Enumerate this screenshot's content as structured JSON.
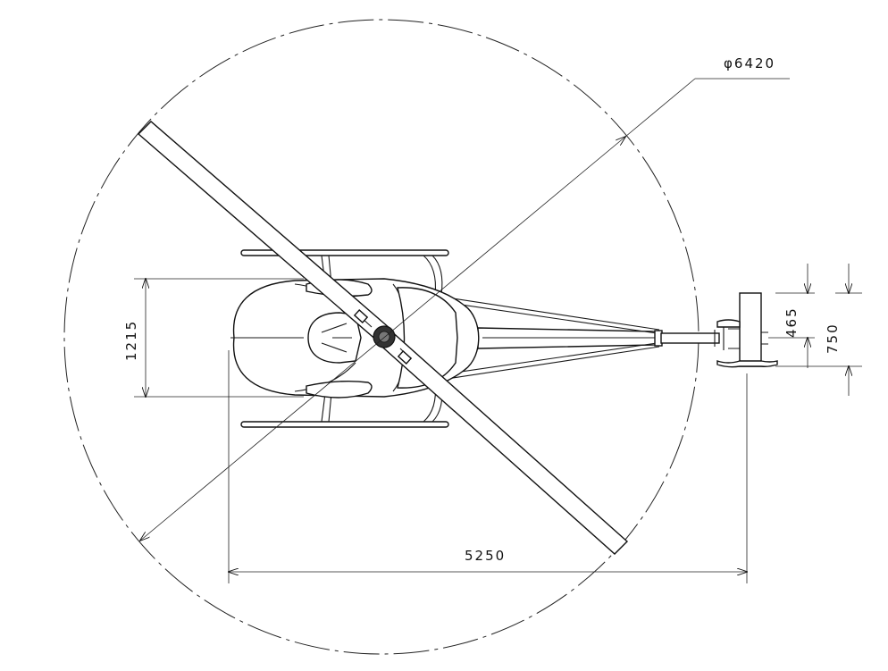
{
  "dimensions": {
    "rotor_diameter": "φ6420",
    "overall_length": "5250",
    "skid_width": "1215",
    "tail_rotor_a": "465",
    "tail_rotor_b": "750"
  },
  "colors": {
    "line": "#1a1a1a",
    "background": "#ffffff"
  }
}
